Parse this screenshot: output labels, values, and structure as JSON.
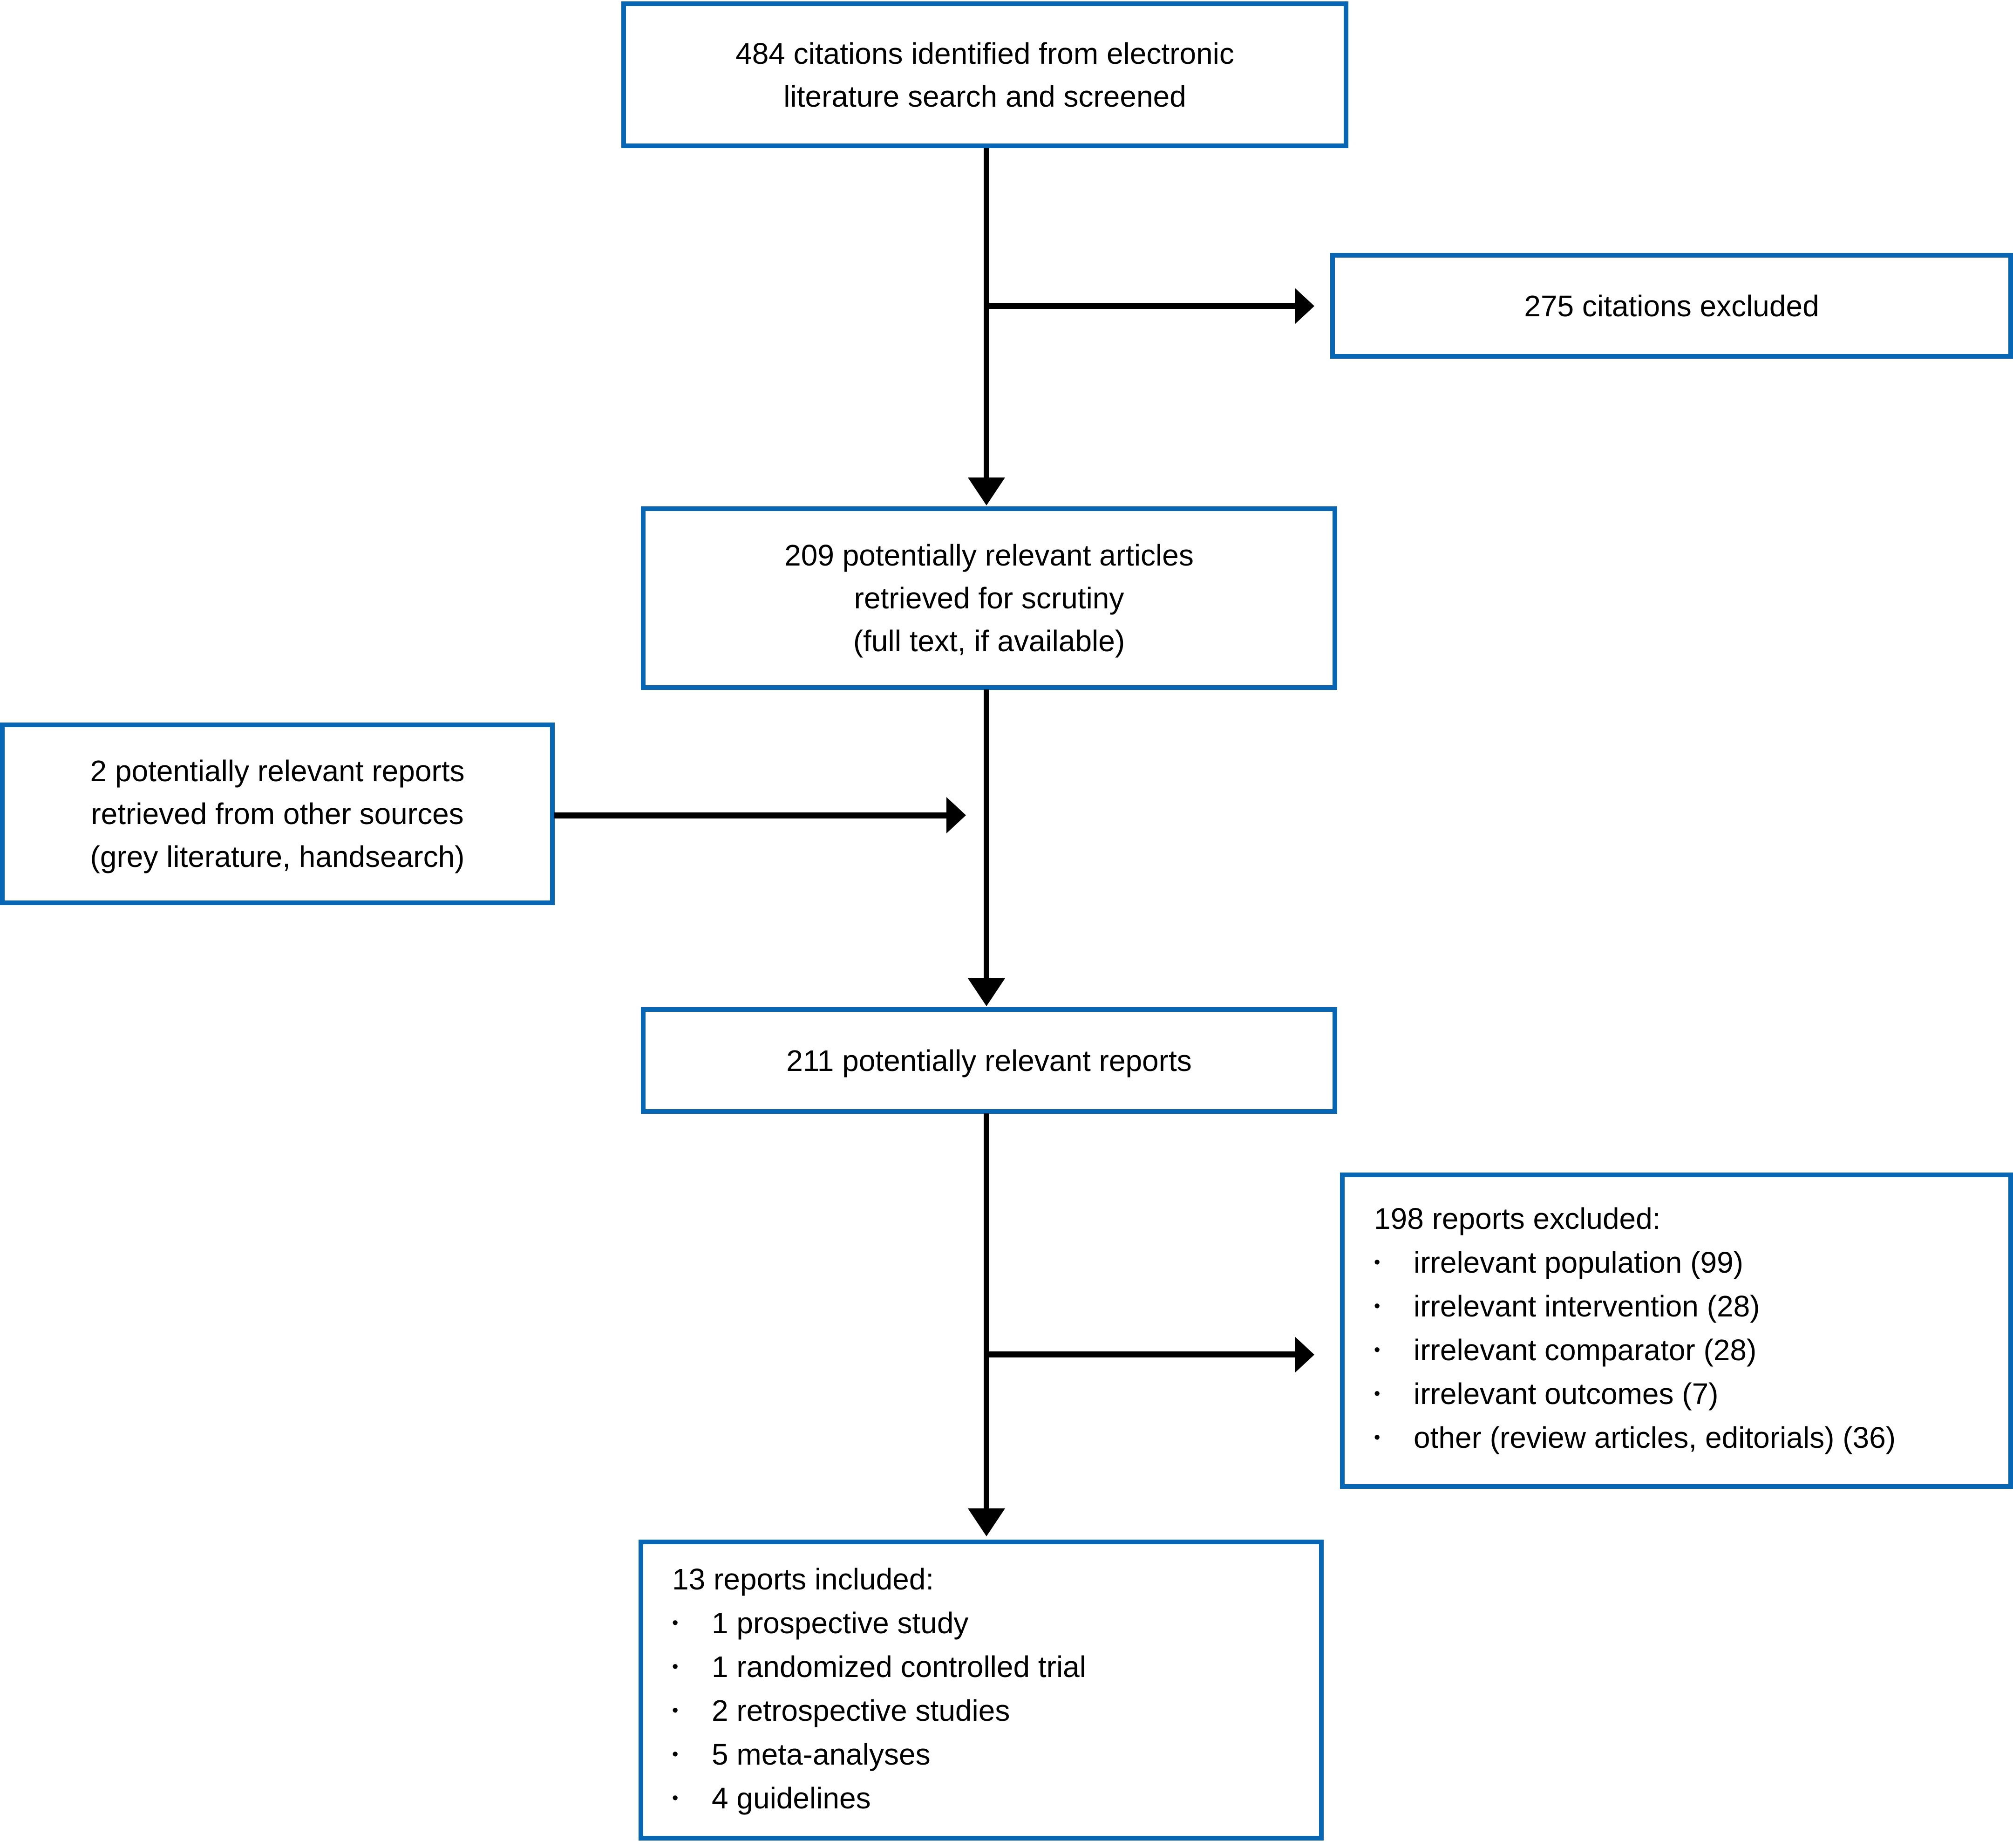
{
  "flow": {
    "bullet_char": "•",
    "colors": {
      "box_border": "#0767b5",
      "arrow": "#000000",
      "text": "#000000",
      "background": "#ffffff"
    },
    "boxes": {
      "identified": {
        "text": "484 citations identified from electronic\nliterature search and screened"
      },
      "excluded_citations": {
        "text": "275 citations excluded"
      },
      "retrieved": {
        "text": "209 potentially relevant articles\nretrieved for scrutiny\n(full text, if available)"
      },
      "other_sources": {
        "text": "2 potentially relevant reports\nretrieved from other sources\n(grey literature, handsearch)"
      },
      "combined": {
        "text": "211 potentially relevant reports"
      },
      "excluded_reports": {
        "title": "198 reports excluded:",
        "items": [
          "irrelevant population (99)",
          "irrelevant intervention (28)",
          "irrelevant comparator (28)",
          "irrelevant outcomes (7)",
          "other (review articles, editorials) (36)"
        ]
      },
      "included": {
        "title": "13 reports included:",
        "items": [
          "1 prospective study",
          "1 randomized controlled trial",
          "2 retrospective studies",
          "5 meta-analyses",
          "4 guidelines"
        ]
      }
    }
  }
}
